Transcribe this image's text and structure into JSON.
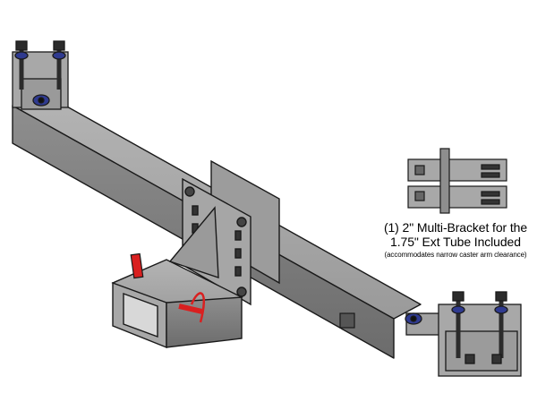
{
  "caption": {
    "line1": "(1) 2\" Multi-Bracket for the",
    "line2": "1.75\" Ext Tube Included",
    "note": "(accommodates narrow caster arm clearance)"
  },
  "colors": {
    "steel": "#8c8c8c",
    "steel_light": "#a4a4a4",
    "steel_dark": "#6e6e6e",
    "outline": "#1a1a1a",
    "bolt": "#2b2b2b",
    "washer": "#2f3a8f",
    "pin": "#d92020"
  },
  "icons": [
    "hitch-receiver-illustration",
    "multi-bracket-illustration"
  ]
}
